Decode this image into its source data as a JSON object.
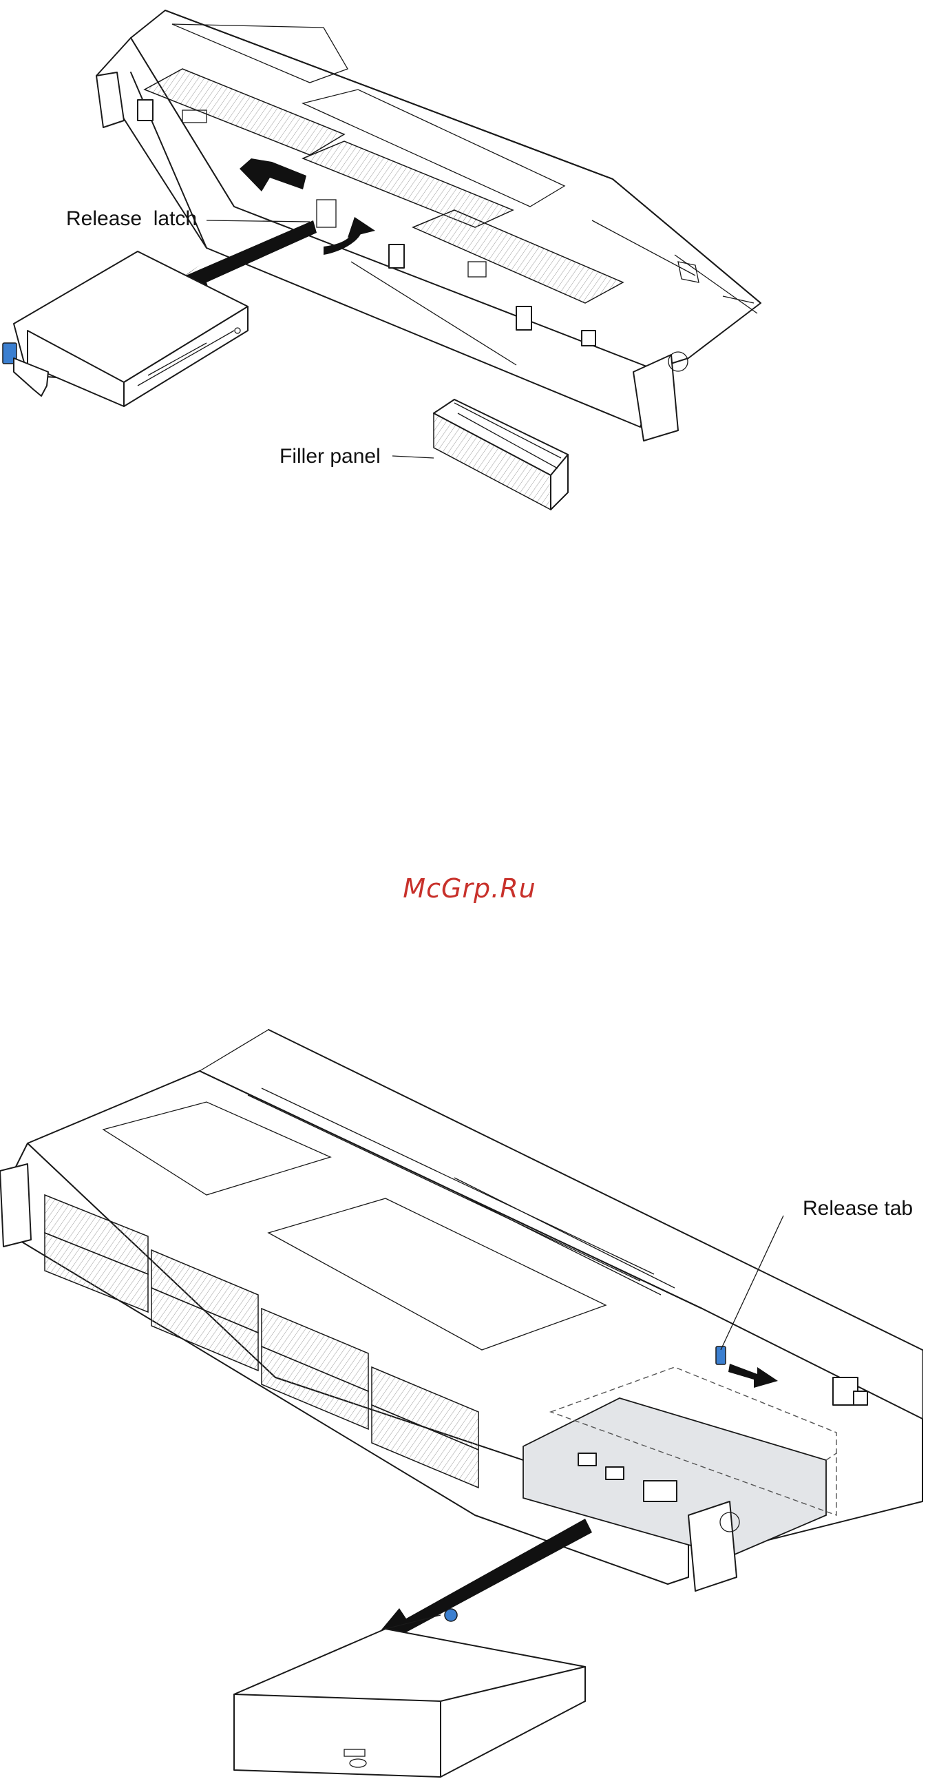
{
  "figure1": {
    "callouts": {
      "release_latch": "Release  latch",
      "filler_panel": "Filler panel"
    }
  },
  "watermark": "McGrp.Ru",
  "figure2": {
    "callouts": {
      "release_tab": "Release tab"
    }
  },
  "colors": {
    "accent_blue": "#3b7fd0",
    "watermark_red": "#c8312b",
    "line": "#1a1a1a",
    "panel_shade": "#e3e5e8"
  }
}
